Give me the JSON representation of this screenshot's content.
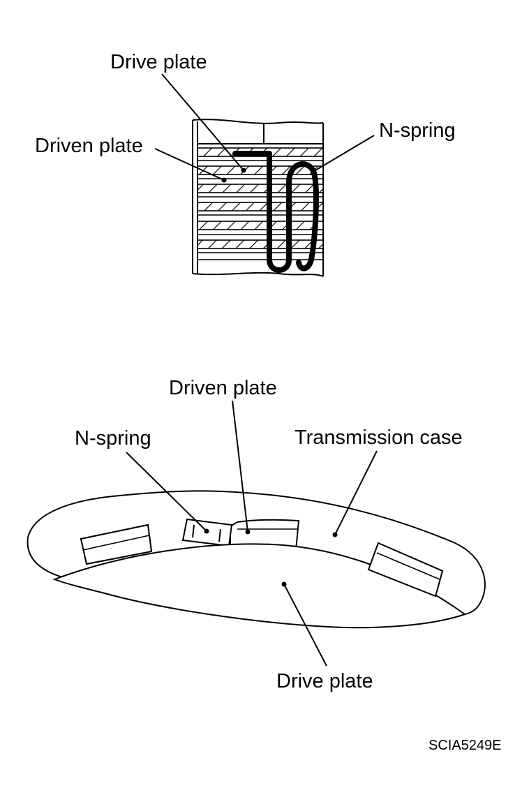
{
  "top_figure": {
    "labels": {
      "drive_plate": "Drive plate",
      "driven_plate": "Driven plate",
      "n_spring": "N-spring"
    }
  },
  "bottom_figure": {
    "labels": {
      "driven_plate": "Driven plate",
      "n_spring": "N-spring",
      "transmission_case": "Transmission case",
      "drive_plate": "Drive plate"
    }
  },
  "figure_code": "SCIA5249E"
}
